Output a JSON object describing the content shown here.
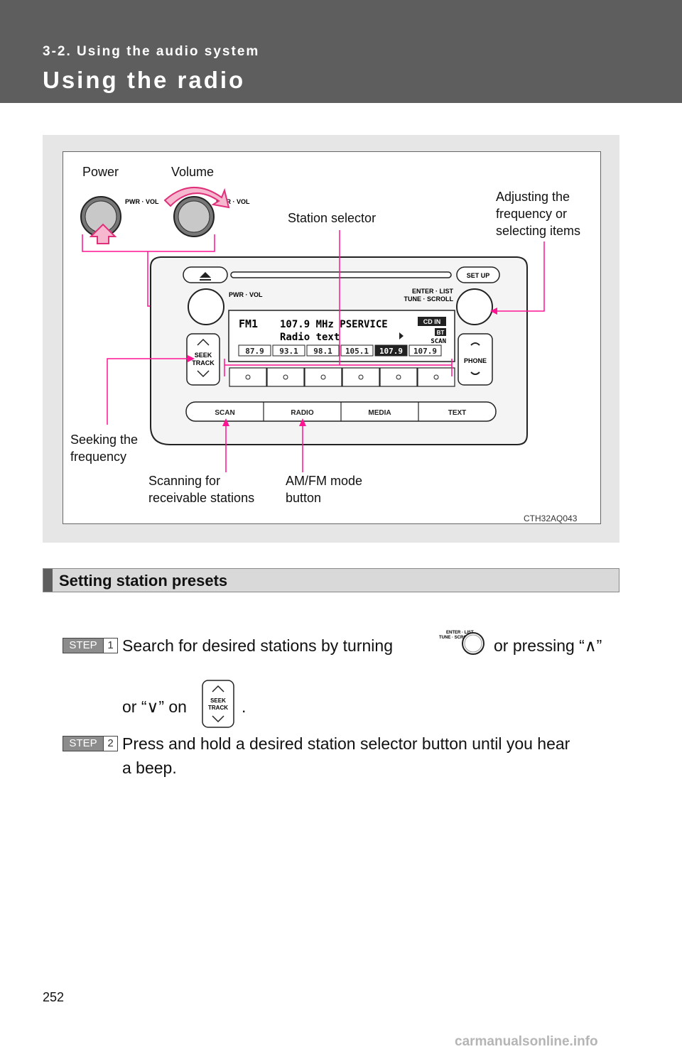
{
  "header": {
    "section": "3-2. Using the audio system",
    "title": "Using the radio"
  },
  "figure": {
    "labels": {
      "power": "Power",
      "volume": "Volume",
      "station_selector": "Station selector",
      "adjusting": "Adjusting the frequency or selecting items",
      "seeking": "Seeking the frequency",
      "scanning": "Scanning for receivable stations",
      "amfm": "AM/FM mode button"
    },
    "code": "CTH32AQ043",
    "device": {
      "pwr_vol": "PWR · VOL",
      "set_up": "SET UP",
      "enter_list": "ENTER · LIST",
      "tune_scroll": "TUNE · SCROLL",
      "seek": "SEEK",
      "track": "TRACK",
      "phone": "PHONE",
      "display_band": "FM1",
      "display_freq": "107.9 MHz PSERVICE",
      "display_text": "Radio text",
      "cd_in": "CD IN",
      "bt": "BT",
      "scan_indicator": "SCAN",
      "presets": [
        "87.9",
        "93.1",
        "98.1",
        "105.1",
        "107.9",
        "107.9"
      ],
      "bottom_buttons": [
        "SCAN",
        "RADIO",
        "MEDIA",
        "TEXT"
      ]
    }
  },
  "subsection": {
    "title": "Setting station presets"
  },
  "steps": [
    {
      "label": "STEP",
      "number": "1",
      "line1a": "Search for desired stations by turning",
      "line1b": "or pressing “∧”",
      "line2a": "or “∨” on",
      "line2b": "."
    },
    {
      "label": "STEP",
      "number": "2",
      "line1": "Press and hold a desired station selector button until you hear",
      "line2": "a beep."
    }
  ],
  "page_number": "252",
  "watermark": "carmanualsonline.info",
  "colors": {
    "header": "#5e5e5e",
    "callout": "#ff1493",
    "arrow_fill": "#f6b8cf"
  }
}
